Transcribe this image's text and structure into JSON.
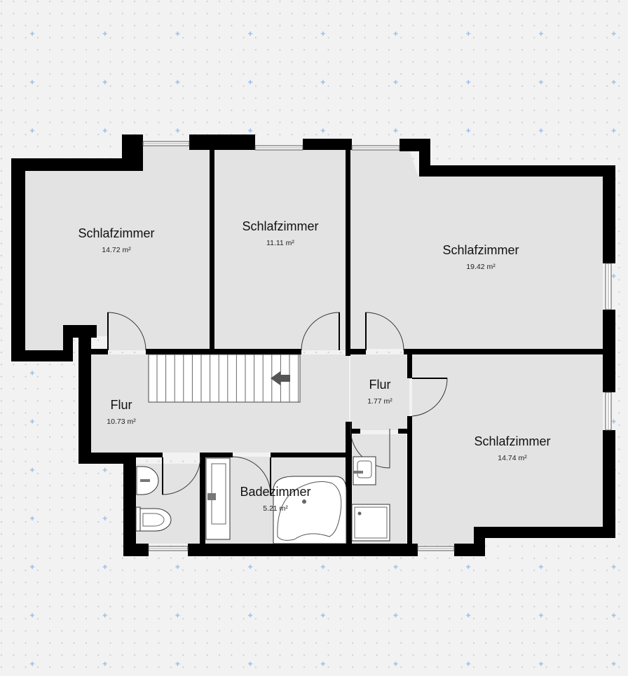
{
  "colors": {
    "background": "#f2f2f2",
    "dot": "#c9ced6",
    "cross": "#9ec2e8",
    "wall": "#000000",
    "floor": "#e3e3e3",
    "fixture": "#ffffff"
  },
  "rooms": [
    {
      "id": "bedroom-1",
      "name": "Schlafzimmer",
      "area": "14.72 m²"
    },
    {
      "id": "bedroom-2",
      "name": "Schlafzimmer",
      "area": "11.11 m²"
    },
    {
      "id": "bedroom-3",
      "name": "Schlafzimmer",
      "area": "19.42 m²"
    },
    {
      "id": "bedroom-4",
      "name": "Schlafzimmer",
      "area": "14.74 m²"
    },
    {
      "id": "hall-main",
      "name": "Flur",
      "area": "10.73 m²"
    },
    {
      "id": "hall-small",
      "name": "Flur",
      "area": "1.77 m²"
    },
    {
      "id": "bathroom",
      "name": "Badezimmer",
      "area": "5.21 m²"
    }
  ],
  "icons": {
    "stairs": "staircase-icon",
    "stair-arrow": "arrow-left-icon",
    "door": "door-swing-icon",
    "window": "window-icon",
    "toilet": "toilet-icon",
    "sink": "sink-icon",
    "bathtub": "bathtub-icon",
    "shower": "shower-tray-icon",
    "vanity": "vanity-counter-icon"
  }
}
